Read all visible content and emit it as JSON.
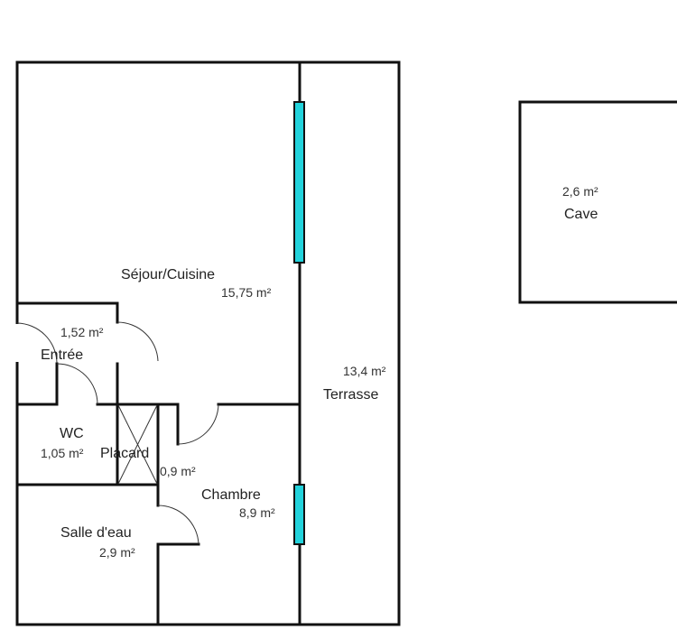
{
  "plan": {
    "rooms": [
      {
        "id": "sejour",
        "name": "Séjour/Cuisine",
        "area": "15,75  m²"
      },
      {
        "id": "entree",
        "name": "Entrée",
        "area": "1,52  m²"
      },
      {
        "id": "wc",
        "name": "WC",
        "area": "1,05  m²"
      },
      {
        "id": "placard",
        "name": "Placard",
        "area": "0,9  m²"
      },
      {
        "id": "chambre",
        "name": "Chambre",
        "area": "8,9  m²"
      },
      {
        "id": "salle",
        "name": "Salle d'eau",
        "area": "2,9  m²"
      },
      {
        "id": "terrasse",
        "name": "Terrasse",
        "area": "13,4  m²"
      },
      {
        "id": "cave",
        "name": "Cave",
        "area": "2,6  m²"
      }
    ],
    "colors": {
      "wall": "#111111",
      "window": "#22d3dc"
    }
  }
}
